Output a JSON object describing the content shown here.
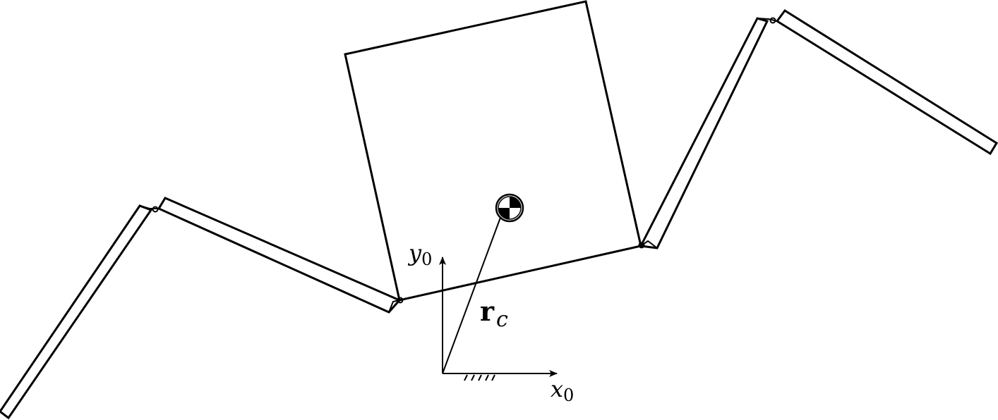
{
  "labels": {
    "y_axis": "y",
    "y_axis_subscript": "0",
    "x_axis": "x",
    "x_axis_subscript": "0",
    "vector": "r",
    "vector_subscript": "c"
  },
  "icons": {
    "center_of_mass": "center-of-mass-symbol",
    "ground": "ground-hatch"
  },
  "colors": {
    "line": "#000000",
    "background": "#ffffff"
  }
}
